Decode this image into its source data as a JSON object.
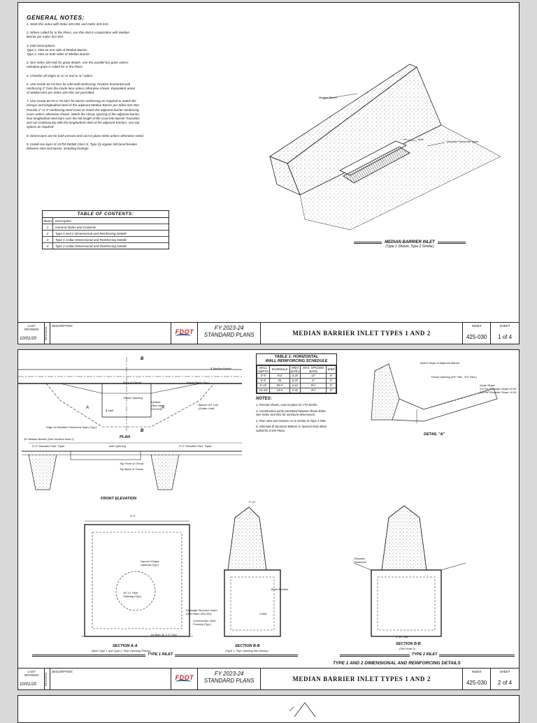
{
  "sheet1": {
    "notes_heading": "GENERAL NOTES:",
    "notes": [
      "1. Work this Index with Index 425-001 and Index 425-010.",
      "2. Where called for in the Plans, use this inlet in conjunction with Median\n    Barrier per Index 521-001.",
      "3. Inlet Descriptions:\n    Type 1: Inlet on one side of Median Barrier\n    Type 2: Inlet on both sides of Median Barrier",
      "4. See Index 425-040 for grate details. Use the parallel bar grate unless\n    reticuline grate is called for in the Plans.",
      "5. Chamfer all edges to ¾\" or tool to ¾\" radius.",
      "6. Use Grade 60 #4 bars for inlet wall reinforcing. Position horizontal wall\n    reinforcing 3\" from the inside face unless otherwise shown. Equivalent areas\n    of welded wire per Index 425-001 are permitted.",
      "7. Use Grade 60 #4 or #5 bars for barrier reinforcing as required to match the\n    stirrups and longitudinal steel of the adjacent Median Barrier per Index 521-001.\n    Provide 2\" or 3\" reinforcing steel cover to match the adjacent barrier reinforcing\n    cover unless otherwise shown. Match the stirrup spacing of the adjacent barrier.\n    Run longitudinal steel bars over the full length of the Concrete Barrier Transition\n    and run continuously with the longitudinal steel of the adjacent barriers. Use lap\n    splices as required.",
      "8. Dimensions are for both precast and cast-in-place inlets unless otherwise noted.",
      "9. Install one layer of ASTM D6380 Class S, Type (I) organic felt bond breaker\n    between inlet and barrier, including footings."
    ],
    "toc": {
      "title": "TABLE OF CONTENTS:",
      "header": {
        "sheet": "Sheet",
        "description": "Description"
      },
      "rows": [
        {
          "sheet": "1",
          "description": "General Notes and Contents"
        },
        {
          "sheet": "2",
          "description": "Type 1 and 2 Dimensional and Reinforcing Details"
        },
        {
          "sheet": "3",
          "description": "Type 1 Collar Dimensional and Reinforcing Details"
        },
        {
          "sheet": "4",
          "description": "Type 2 Collar Dimensional and Reinforcing Details"
        }
      ]
    },
    "iso_labels": {
      "barrier": "Median Barrier",
      "inlet": "Inlet",
      "taper": "Shoulder Pavement Taper"
    },
    "caption_title": "MEDIAN BARRIER INLET",
    "caption_sub": "(Type 1 Shown, Type 2 Similar)",
    "title_block": {
      "last_revision_label": "LAST\nREVISION",
      "last_revision": "10/01/20",
      "revision_tag": "REVISION",
      "description_label": "DESCRIPTION:",
      "logo": "FDOT",
      "fy": "FY 2023-24",
      "standard": "STANDARD PLANS",
      "title": "MEDIAN BARRIER INLET TYPES 1 AND 2",
      "index_label": "INDEX",
      "index": "425-030",
      "sheet_label": "SHEET",
      "sheet": "1 of 4"
    }
  },
  "sheet2": {
    "table_title": "TABLE 1: HORIZONTAL\nWALL REINFORCING SCHEDULE",
    "table_head": [
      "WALL\nDEPTH",
      "SCHEDULE",
      "AREA\n(in²/ft.)",
      "MAX. SPACING\nBARS",
      "WWF"
    ],
    "table_rows": [
      [
        "0'-5'",
        "#12",
        "0.20",
        "12\"",
        "8\""
      ],
      [
        "5'-8'",
        "#6",
        "0.20",
        "6\"",
        "5\""
      ],
      [
        "8'-15'",
        "#8.5",
        "0.24",
        "5½\"",
        "5\""
      ],
      [
        "15'-18'",
        "C6.5",
        "0.32",
        "4½\"",
        "6\""
      ]
    ],
    "notes_heading": "NOTES:",
    "notes": [
      "1. Precast shown, cast-in-place (C-I-P) similar.",
      "2. Construction joints permitted between these limits.\n    See Index 425-001 for minimum dimensions.",
      "3. Plan view and Section AA is similar to Type 1 inlet.",
      "4. Alternate B Structure Bottom or Special Only when\n    called for in the Plans."
    ],
    "labels": {
      "median_barrier": "℄ Median Barrier",
      "throat_taper": "Throat Taper (Typ.)",
      "back_of_throat": "Back of Throat",
      "throat_opening": "Throat Opening",
      "eyebolt": "Eyebolt\n(See Index\n425-001)",
      "cl_inlet": "℄ Inlet",
      "gutter_line": "Barrier GP. Line\n(Gutter Line)",
      "edge_taper": "Edge of Shoulder Pavement Taper (Typ.)",
      "plan": "PLAN",
      "median_barrier_left": "38' Median Barrier (See General Note 2)",
      "shoulder_taper_left": "5'-0\" Shoulder Pavt. Taper",
      "inlet_opening": "Inlet Opening",
      "shoulder_taper_right": "5'-0\" Shoulder Pavt. Taper",
      "top_front": "Top Front of Throat",
      "top_back": "Top Back of Throat",
      "front_elevation": "FRONT ELEVATION",
      "match_slope": "Match Slope of Adjacent Barrier",
      "throat_opening_max": "Throat Opening (4½\" Min., 5½\" Max.)",
      "grate_slope": "Grate Slope:\n1:6 For Shoulder Slope ≤0.05\n1:5 For Shoulder Slope >0.05",
      "detail_a": "DETAIL \"A\"",
      "bond_breaker": "Bond Breaker",
      "collar": "Collar",
      "shoulder_pavement": "Shoulder\nPavement",
      "section_aa": "SECTION A-A",
      "section_aa_sub": "(Both Type 1 and Type 2, Pipe Opening Shown)",
      "section_bb": "SECTION B-B",
      "section_bb_sub": "(Type 1, Pipe Opening Not Shown)",
      "section_bb2": "SECTION B-B",
      "section_bb2_sub": "(See Note 3)",
      "type1": "TYPE 1 INLET",
      "type2": "TYPE 2 INLET",
      "drawing_title": "TYPE 1 AND 2 DIMENSIONAL AND REINFORCING DETAILS",
      "bars_4": "#4 Bars @ 1'-0\" Ctrs.",
      "pipe_opening": "15\" Cl. Pipe\nOpening (Typ.)",
      "haunch": "Haunch Shape\nOptional (Typ.)",
      "construction_joint": "Construction Joint\nForming (Typ.)",
      "drainage": "Drainage Structure Insert\n(See Index 425-001)",
      "dim_5_0": "5'-0\"",
      "dim_2_11": "2'-11\"",
      "dim_4_10": "4'-10\" Std."
    },
    "title_block": {
      "last_revision_label": "LAST\nREVISION",
      "last_revision": "10/01/20",
      "revision_tag": "REVISION",
      "description_label": "DESCRIPTION:",
      "logo": "FDOT",
      "fy": "FY 2023-24",
      "standard": "STANDARD PLANS",
      "title": "MEDIAN BARRIER INLET TYPES 1 AND 2",
      "index_label": "INDEX",
      "index": "425-030",
      "sheet_label": "SHEET",
      "sheet": "2 of 4"
    }
  },
  "colors": {
    "ink": "#111111",
    "logo_red": "#d22222",
    "logo_blue": "#1a5dab",
    "paper": "#ffffff",
    "background": "#d9d9d9"
  },
  "icons": [
    "fdot-logo-icon",
    "north-arrow-icon",
    "section-arrow-icon"
  ]
}
